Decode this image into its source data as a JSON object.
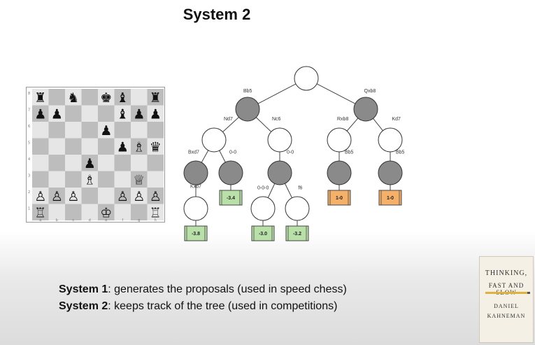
{
  "slide": {
    "title": "System 2"
  },
  "colors": {
    "node_filled": "#8a8a8a",
    "node_empty": "#ffffff",
    "leaf_green": "#b8e0a8",
    "leaf_orange": "#f5b06a",
    "board_light": "#e6e6e6",
    "board_dark": "#bdbdbd"
  },
  "tree": {
    "edges": [
      "Bb5",
      "Qxb8",
      "Nd7",
      "Nc6",
      "Rxb8",
      "Kd7",
      "Bxd7",
      "0-0",
      "0-0",
      "Bb5",
      "Bb5",
      "Kxd7",
      "0-0-0",
      "f6"
    ],
    "leaves": [
      "-3.8",
      "-3.4",
      "-3.0",
      "-3.2",
      "1-0",
      "1-0"
    ]
  },
  "board": {
    "files": [
      "a",
      "b",
      "c",
      "d",
      "e",
      "f",
      "g",
      "h"
    ],
    "ranks": [
      "8",
      "7",
      "6",
      "5",
      "4",
      "3",
      "2",
      "1"
    ],
    "pieces": [
      [
        "♜",
        "",
        "♞",
        "",
        "♚",
        "♝",
        "",
        "♜"
      ],
      [
        "♟",
        "♟",
        "",
        "",
        "",
        "♝",
        "♟",
        "♟"
      ],
      [
        "",
        "",
        "",
        "",
        "♟",
        "",
        "",
        ""
      ],
      [
        "",
        "",
        "",
        "",
        "",
        "♟",
        "♗",
        "♛"
      ],
      [
        "",
        "",
        "",
        "♟",
        "",
        "",
        "",
        ""
      ],
      [
        "",
        "",
        "",
        "♗",
        "",
        "",
        "♕",
        ""
      ],
      [
        "♙",
        "♙",
        "♙",
        "",
        "",
        "♙",
        "♙",
        "♙"
      ],
      [
        "♖",
        "",
        "",
        "",
        "♔",
        "",
        "",
        "♖"
      ]
    ]
  },
  "captions": {
    "line1_bold": "System 1",
    "line1_rest": ": generates the proposals (used in speed chess)",
    "line2_bold": "System 2",
    "line2_rest": ": keeps track of the tree    (used in competitions)"
  },
  "book": {
    "title_line1": "THINKING,",
    "title_line2": "FAST AND SLOW",
    "author_line1": "DANIEL",
    "author_line2": "KAHNEMAN"
  }
}
